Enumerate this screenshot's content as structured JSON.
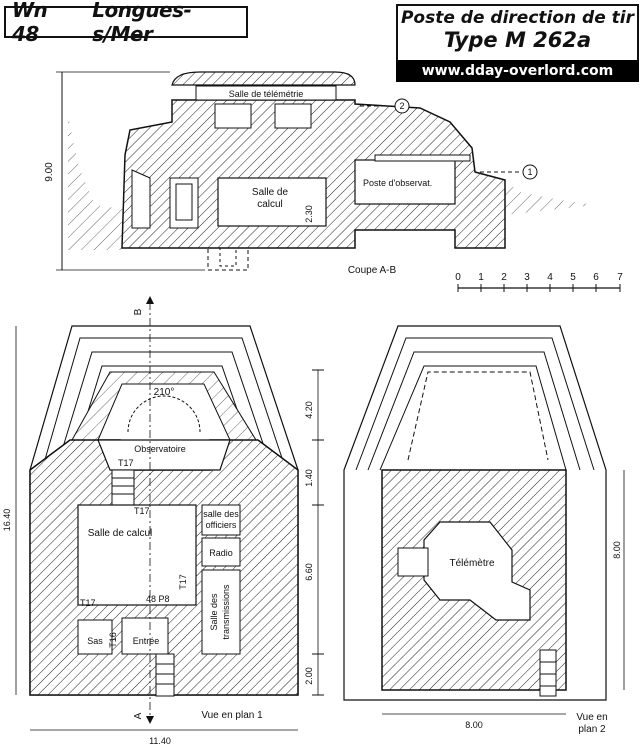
{
  "header": {
    "site_code": "Wn 48",
    "location": "Longues-s/Mer",
    "title_line1": "Poste de direction de tir",
    "title_line2": "Type M 262a",
    "url": "www.dday-overlord.com"
  },
  "section": {
    "title": "Coupe A-B",
    "rooms": {
      "telemetre": "Salle de télémétrie",
      "calcul_1": "Salle de",
      "calcul_2": "calcul",
      "observ": "Poste d'observat."
    },
    "height_dim": "9.00",
    "inner_dim": "2.30",
    "callout_1": "1",
    "callout_2": "2"
  },
  "scale": {
    "ticks": [
      "0",
      "1",
      "2",
      "3",
      "4",
      "5",
      "6",
      "7"
    ]
  },
  "plan1": {
    "caption": "Vue en plan 1",
    "angle": "210°",
    "observatoire": "Observatoire",
    "calcul": "Salle de calcul",
    "officiers_1": "salle des",
    "officiers_2": "officiers",
    "radio": "Radio",
    "transmissions_1": "Salle des",
    "transmissions_2": "transmissions",
    "sas": "Sas",
    "entree": "Entrée",
    "t17_a": "T17",
    "t17_b": "T17",
    "t17_c": "T17",
    "t17_d": "T17",
    "t16": "T16",
    "p8": "48 P8",
    "dims": {
      "total_h": "16.40",
      "d1": "4.20",
      "d2": "1.40",
      "d3": "6.60",
      "d4": "2.00",
      "width": "11.40"
    },
    "marker_a": "A",
    "marker_b": "B"
  },
  "plan2": {
    "caption_1": "Vue en",
    "caption_2": "plan 2",
    "telemetre": "Télémètre",
    "dims": {
      "height": "8.00",
      "width": "8.00"
    }
  }
}
